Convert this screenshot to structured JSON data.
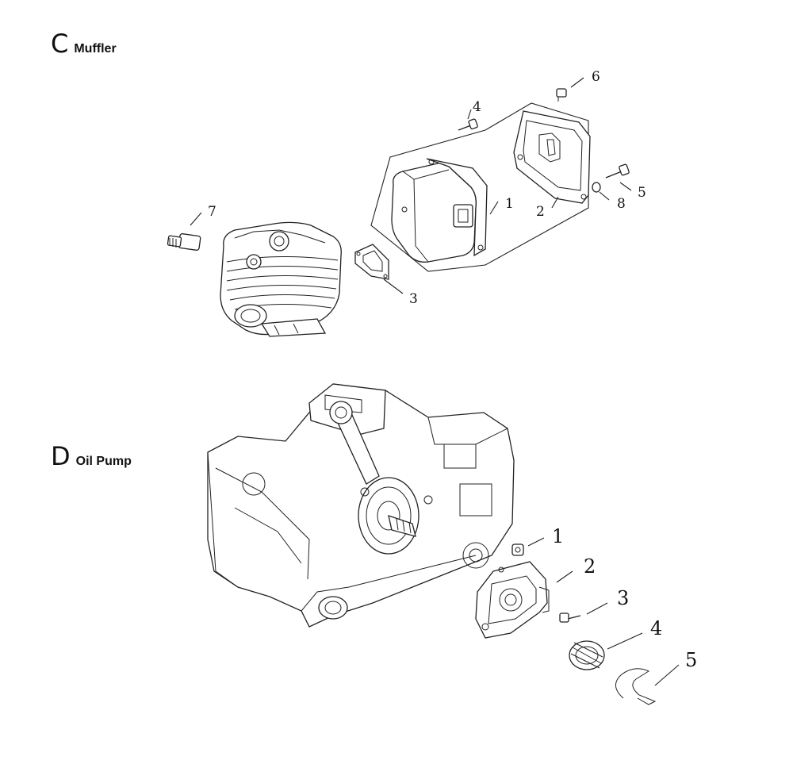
{
  "sections": {
    "muffler": {
      "letter": "C",
      "title": "Muffler",
      "callouts": [
        "1",
        "2",
        "3",
        "4",
        "5",
        "6",
        "7",
        "8"
      ]
    },
    "oil_pump": {
      "letter": "D",
      "title": "Oil Pump",
      "callouts": [
        "1",
        "2",
        "3",
        "4",
        "5"
      ]
    }
  }
}
